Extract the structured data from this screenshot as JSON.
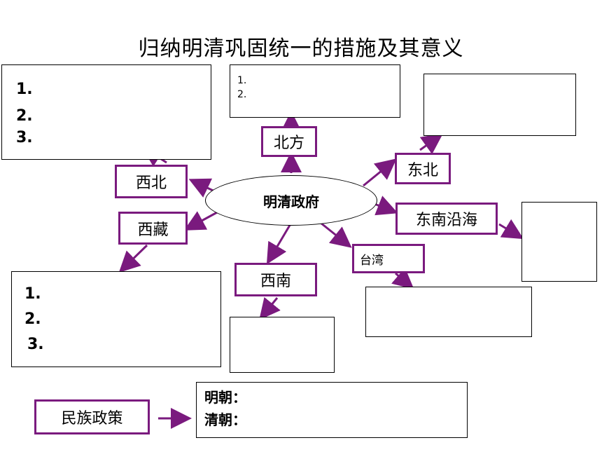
{
  "title": "归纳明清巩固统一的措施及其意义",
  "center": "明清政府",
  "regions": {
    "northwest": "西北",
    "north": "北方",
    "northeast": "东北",
    "tibet": "西藏",
    "southeast": "东南沿海",
    "taiwan": "台湾",
    "southwest": "西南"
  },
  "lists": {
    "northwest": [
      "1.",
      "2.",
      "3."
    ],
    "north": [
      "1.",
      "2."
    ],
    "tibet": [
      "1.",
      "2.",
      "3."
    ]
  },
  "policy": {
    "label": "民族政策",
    "ming": "明朝：",
    "qing": "清朝："
  },
  "colors": {
    "accent": "#7a1a7e"
  }
}
